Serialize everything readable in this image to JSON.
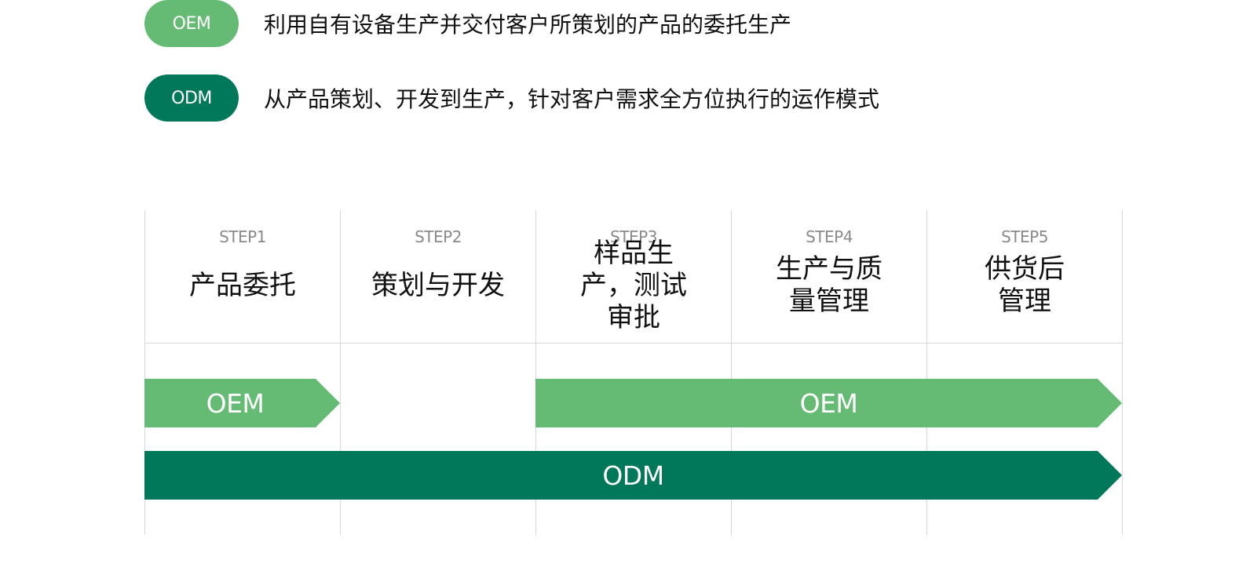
{
  "legend": [
    {
      "badge": "OEM",
      "text": "利用自有设备生产并交付客户所策划的产品的委托生产",
      "color": "#66bb74"
    },
    {
      "badge": "ODM",
      "text": "从产品策划、开发到生产，针对客户需求全方位执行的运作模式",
      "color": "#02785b"
    }
  ],
  "steps": [
    {
      "label": "STEP1",
      "title": "产品委托"
    },
    {
      "label": "STEP2",
      "title": "策划与开发"
    },
    {
      "label": "STEP3",
      "title": "样品生产，测试审批"
    },
    {
      "label": "STEP4",
      "title": "生产与质量管理"
    },
    {
      "label": "STEP5",
      "title": "供货后管理"
    }
  ],
  "flows": {
    "oem_first": {
      "label": "OEM",
      "steps": "STEP1"
    },
    "oem_second": {
      "label": "OEM",
      "steps": "STEP3-STEP5"
    },
    "odm": {
      "label": "ODM",
      "steps": "STEP1-STEP5"
    }
  }
}
